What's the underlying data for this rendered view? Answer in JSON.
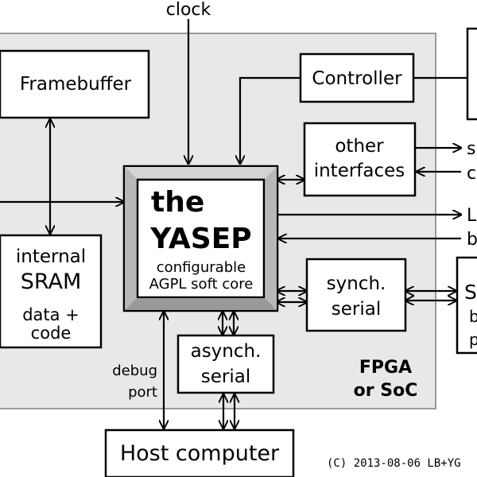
{
  "labels": {
    "clock": "clock",
    "framebuffer": "Framebuffer",
    "controller": "Controller",
    "other_line1": "other",
    "other_line2": "interfaces",
    "cpu_the": "the",
    "cpu_yasep": "YASEP",
    "cpu_sub1": "configurable",
    "cpu_sub2": "AGPL soft core",
    "sram_line1": "internal",
    "sram_line2": "SRAM",
    "sram_line3": "data +",
    "sram_line4": "code",
    "sync_line1": "synch.",
    "sync_line2": "serial",
    "async_line1": "asynch.",
    "async_line2": "serial",
    "debug_line1": "debug",
    "debug_line2": "port",
    "fpga_line1": "FPGA",
    "fpga_line2": "or SoC",
    "host": "Host computer",
    "copyright": "(C) 2013-08-06 LB+YG",
    "edge_s": "s",
    "edge_c": "c",
    "edge_L": "L",
    "edge_b": "b",
    "edge_S": "S",
    "edge_b2": "b",
    "edge_p": "p"
  },
  "colors": {
    "fpga_fill": "#e8e8e8",
    "fpga_border": "#9a9a9a",
    "bevel_top": "#d4d4d4",
    "bevel_side": "#b8b8b8",
    "bevel_bottom": "#999999",
    "stroke": "#000000"
  }
}
